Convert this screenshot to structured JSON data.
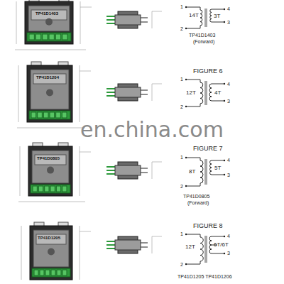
{
  "diagram": {
    "labels": [
      "TP41D1403",
      "14T",
      "3T",
      "1",
      "4",
      "3",
      "2",
      "TP41D1403",
      "(Forward)",
      "TP41D1204",
      "FIGURE 6",
      "1",
      "12T",
      "4T",
      "4",
      "3",
      "2",
      "en.china.com",
      "TP41D0805",
      "FIGURE 7",
      "1",
      "8T",
      "5T",
      "4",
      "3",
      "2",
      "TP41D0805",
      "(Forward)",
      "TP41D1205",
      "FIGURE 8",
      "1",
      "12T",
      "6T/6T",
      "4",
      "3",
      "2",
      "TP41D1205 TP41D1206"
    ]
  }
}
